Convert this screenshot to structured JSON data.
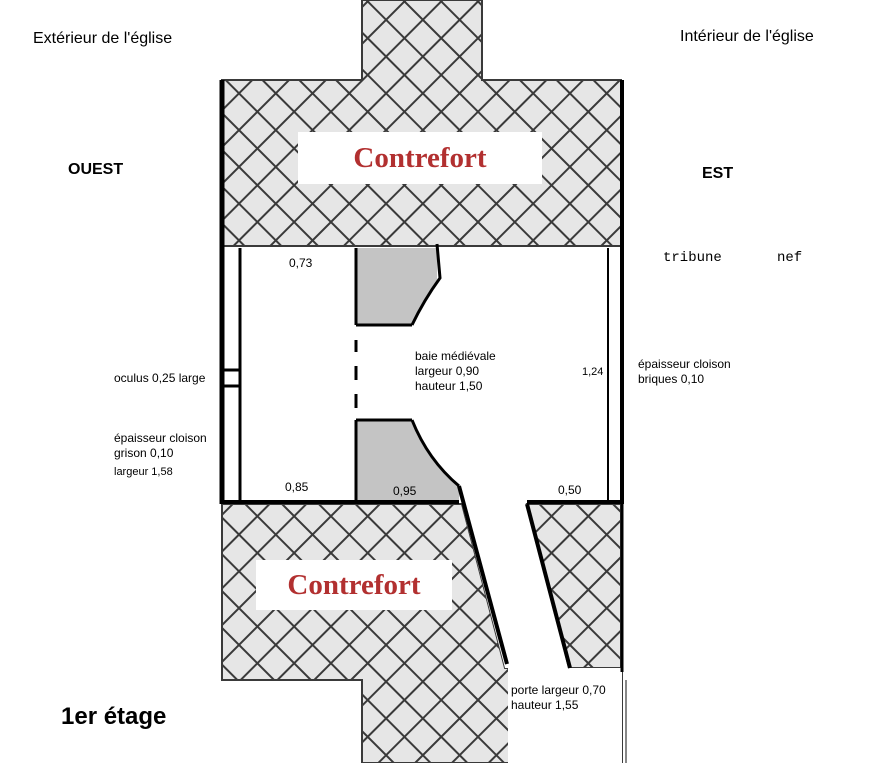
{
  "header": {
    "exterior": "Extérieur de l'église",
    "interior": "Intérieur de l'église"
  },
  "orientation": {
    "west": "OUEST",
    "east": "EST"
  },
  "spaces": {
    "tribune": "tribune",
    "nef": "nef"
  },
  "buttresses": {
    "upper": "Contrefort",
    "lower": "Contrefort"
  },
  "dimensions": {
    "top": "0,73",
    "bottom_left": "0,85",
    "bottom_middle": "0,95",
    "bottom_right": "0,50",
    "right": "1,24"
  },
  "annotations": {
    "oculus": "oculus 0,25 large",
    "west_wall_line1": "épaisseur cloison",
    "west_wall_line2": "grison 0,10",
    "west_width": "largeur 1,58",
    "bay_line1": "baie médiévale",
    "bay_line2": "largeur 0,90",
    "bay_line3": "hauteur 1,50",
    "east_wall_line1": "épaisseur cloison",
    "east_wall_line2": "briques 0,10",
    "door_line1": "porte largeur 0,70",
    "door_line2": "hauteur 1,55"
  },
  "floor": "1er étage",
  "colors": {
    "buttress_fill": "#e6e6e6",
    "hatch": "#3a3a3a",
    "embrasure": "#c4c4c4",
    "buttress_label": "#b23030"
  }
}
